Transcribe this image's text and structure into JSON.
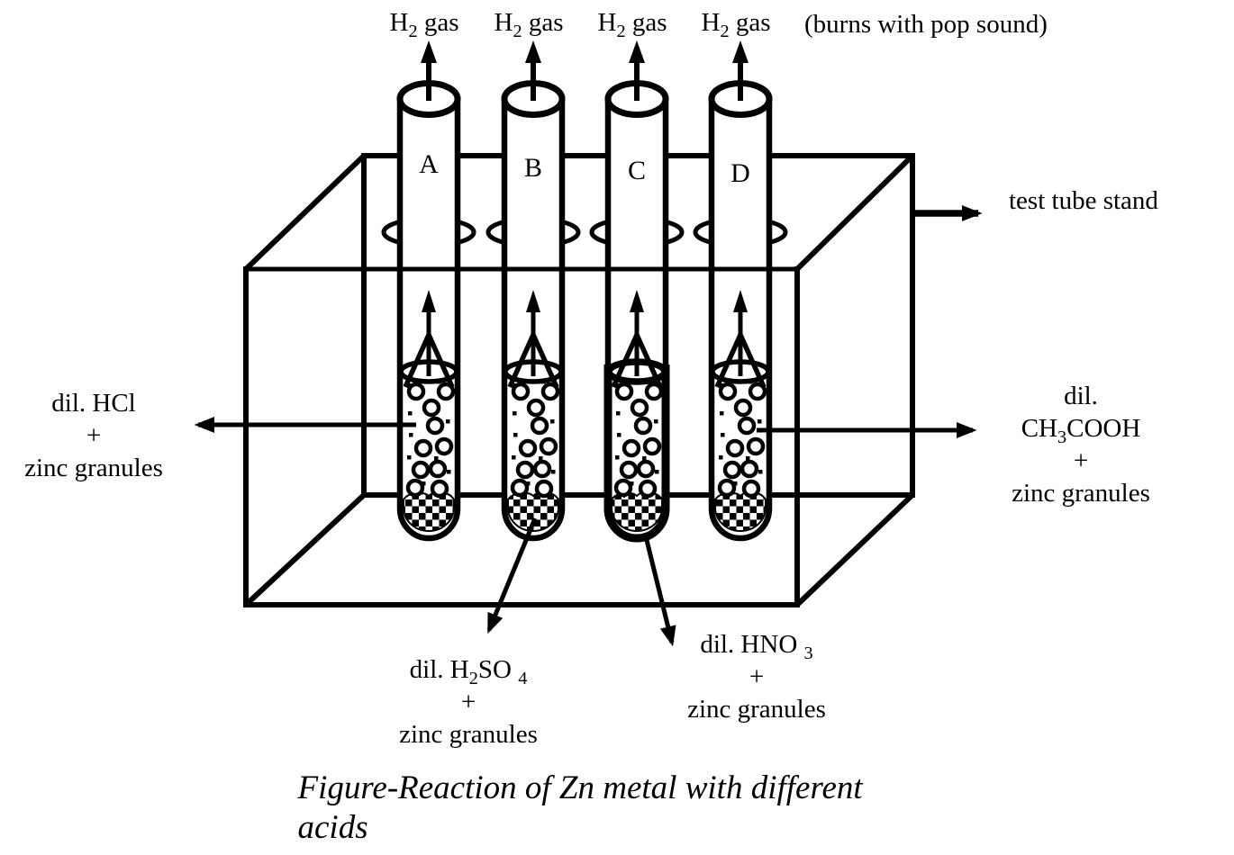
{
  "colors": {
    "ink": "#000000",
    "paper": "#ffffff"
  },
  "header": {
    "pop_note": "(burns with pop sound)"
  },
  "stand": {
    "label": "test tube stand"
  },
  "tubes": [
    {
      "letter": "A",
      "gas": [
        "H",
        "_2",
        " gas"
      ],
      "acid_formula": [
        "dil. HCl"
      ],
      "plus": "+",
      "reagent": "zinc granules",
      "label_position": "left"
    },
    {
      "letter": "B",
      "gas": [
        "H",
        "_2",
        " gas"
      ],
      "acid_formula": [
        "dil. H",
        "_2",
        "SO ",
        "_4"
      ],
      "plus": "+",
      "reagent": "zinc granules",
      "label_position": "bottom-left"
    },
    {
      "letter": "C",
      "gas": [
        "H",
        "_2",
        " gas"
      ],
      "acid_formula": [
        "dil. HNO ",
        "_3"
      ],
      "plus": "+",
      "reagent": "zinc granules",
      "label_position": "bottom-right"
    },
    {
      "letter": "D",
      "gas": [
        "H",
        "_2",
        " gas"
      ],
      "acid_formula": [
        "dil. CH",
        "_3",
        "COOH"
      ],
      "plus": "+",
      "reagent": "zinc granules",
      "label_position": "right"
    }
  ],
  "caption": "Figure-Reaction of Zn metal with different acids"
}
